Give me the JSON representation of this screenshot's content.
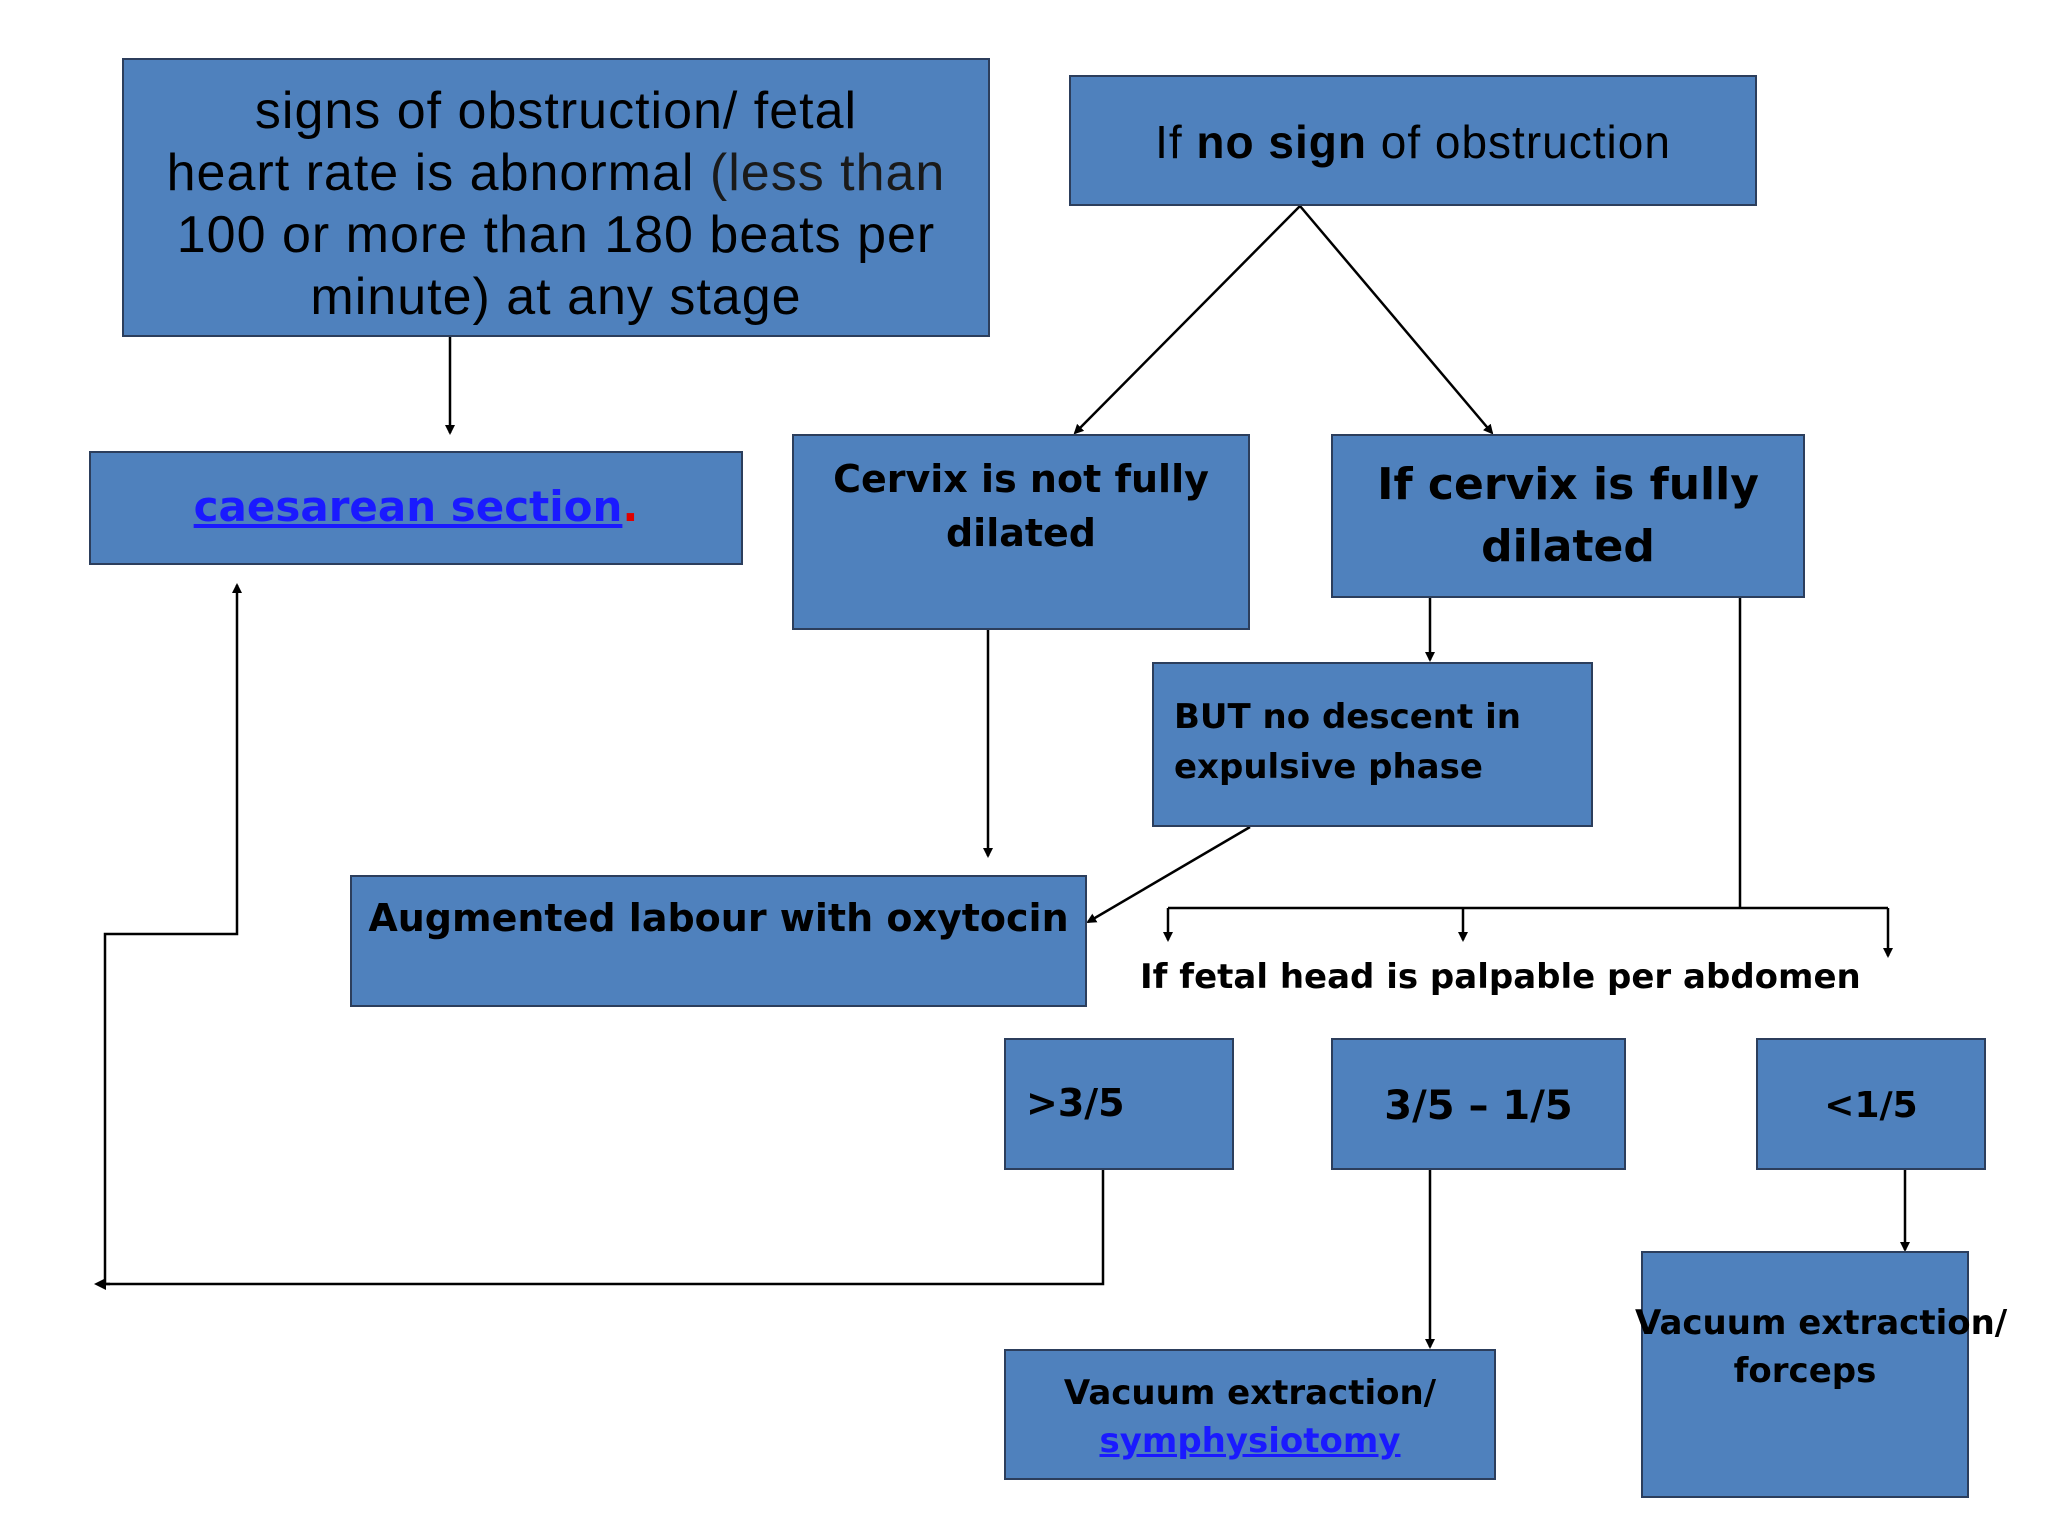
{
  "boxes": {
    "obstruction": {
      "line1": "signs of obstruction/ fetal",
      "line2_bold": "heart rate is abnormal",
      "line2_rest": " (less than",
      "line3": "100 or more than 180 beats per",
      "line4": "minute) at any stage"
    },
    "no_obstruction": {
      "prefix": "If ",
      "bold": "no sign",
      "suffix": " of obstruction"
    },
    "caesarean": {
      "link": "caesarean section",
      "dot": "."
    },
    "not_dilated": {
      "line1": "Cervix is not fully",
      "line2": "dilated"
    },
    "fully_dilated": {
      "line1": "If cervix is fully",
      "line2": "dilated"
    },
    "no_descent": {
      "line1": "BUT no descent in",
      "line2": "expulsive phase"
    },
    "augmented": {
      "text": "Augmented labour with oxytocin"
    },
    "gt35": {
      "text": ">3/5"
    },
    "r35_15": {
      "text": "3/5 – 1/5"
    },
    "lt15": {
      "text": "<1/5"
    },
    "vac_symph": {
      "line1": "Vacuum extraction/",
      "link": "symphysiotomy"
    },
    "vac_forceps": {
      "line1": "Vacuum extraction/",
      "line2": "forceps"
    }
  },
  "palpable_label": "If fetal head is palpable per abdomen",
  "colors": {
    "box_fill": "#4f81bd",
    "box_border": "#2c3e5c",
    "link": "#1a1aff",
    "dot": "#e00000"
  }
}
